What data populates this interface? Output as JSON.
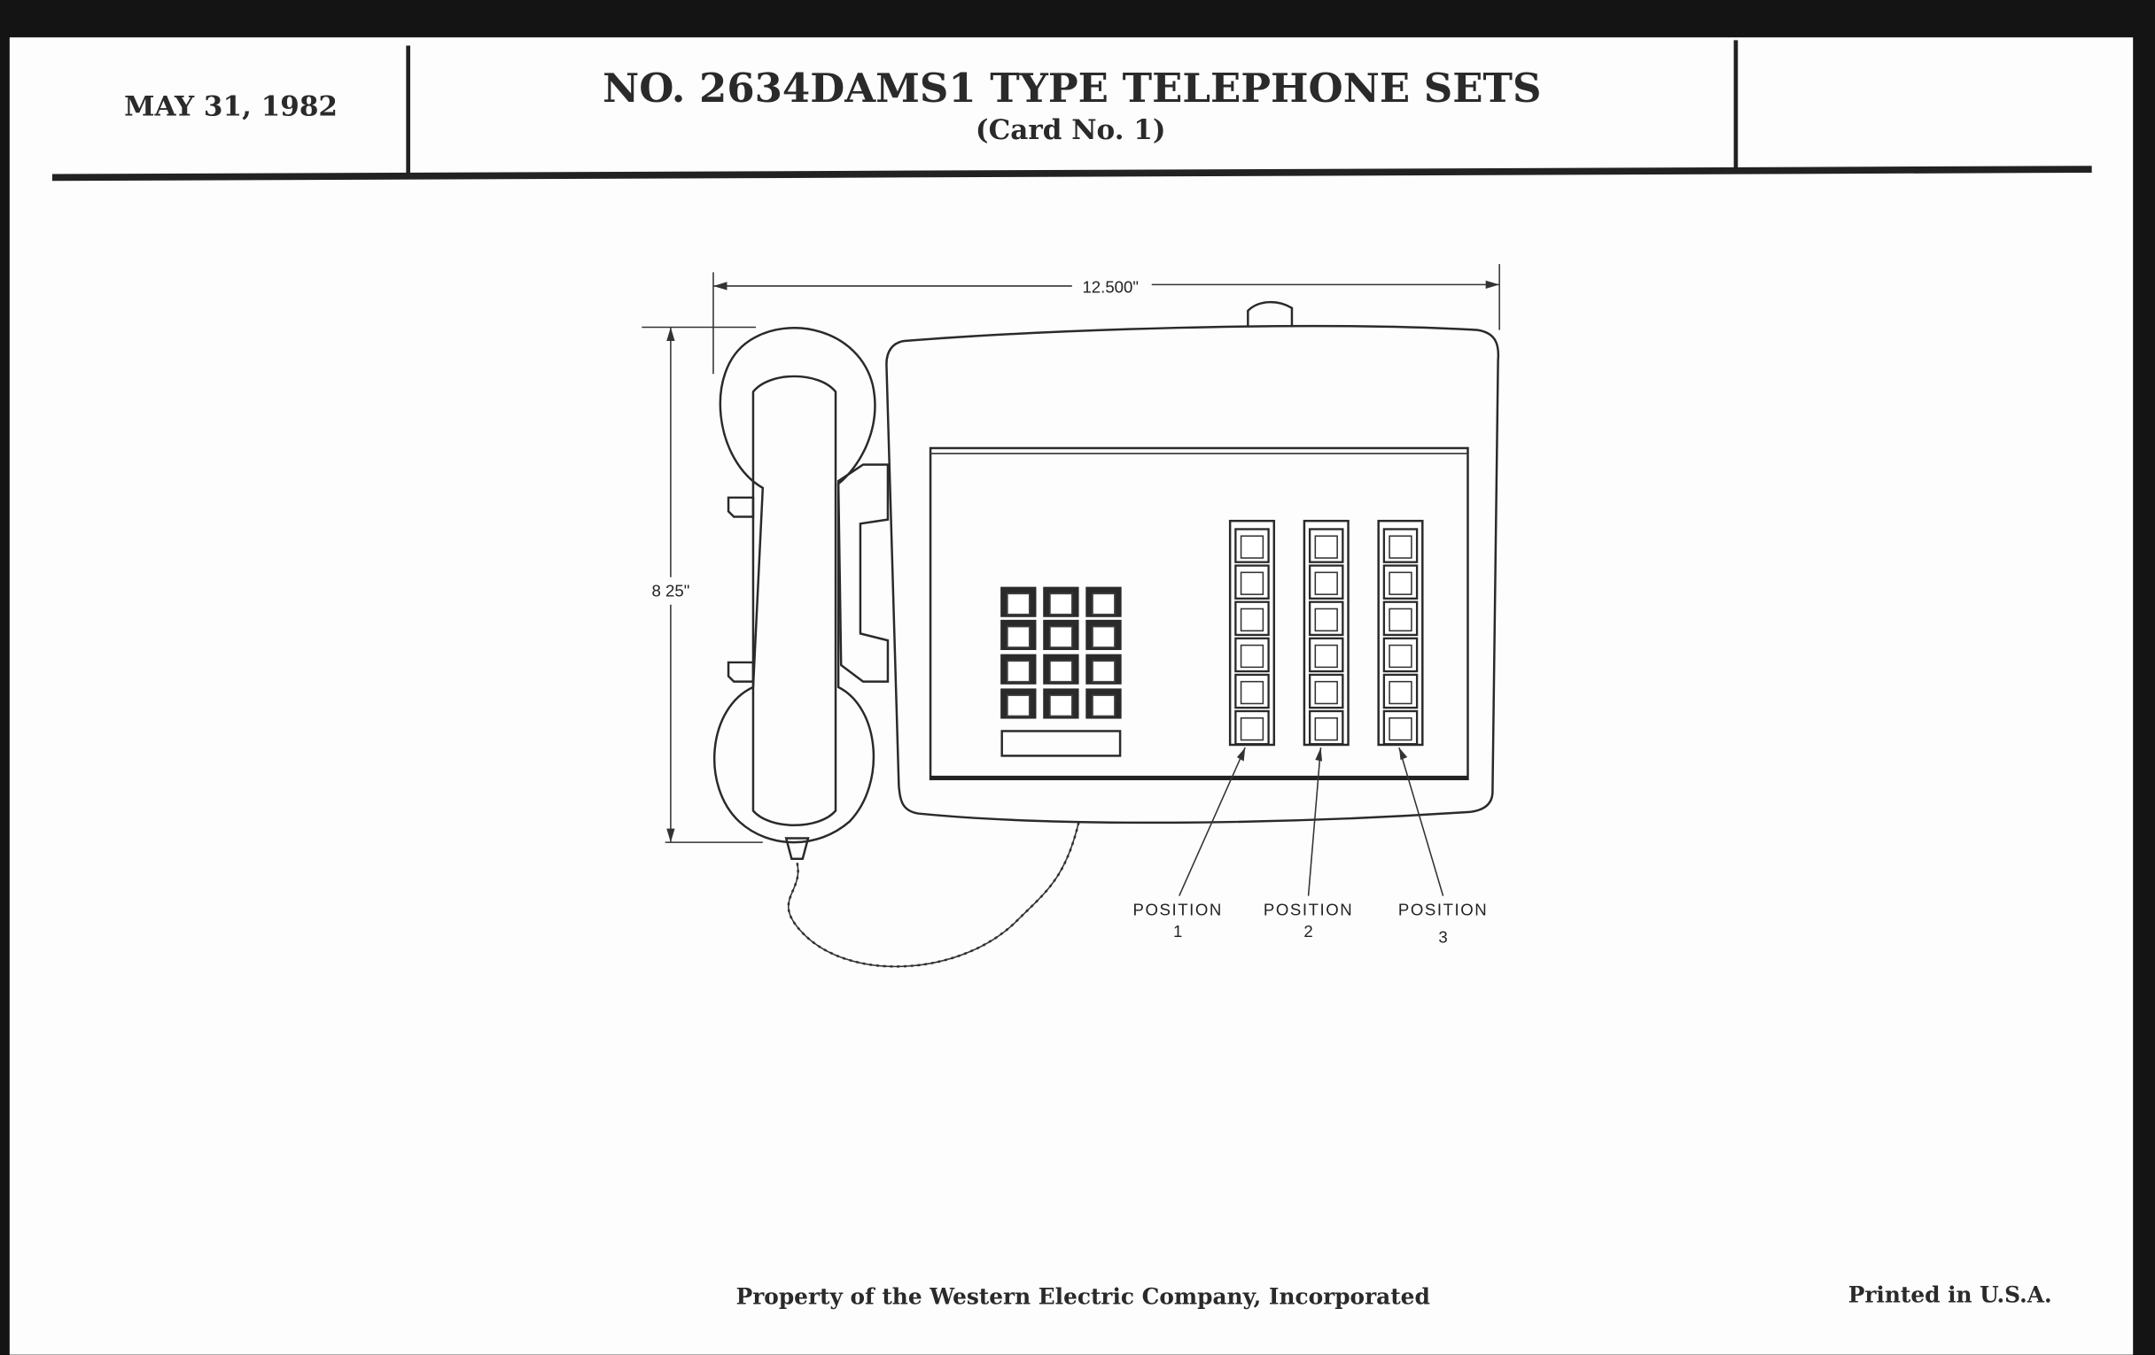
{
  "header": {
    "date": "MAY 31, 1982",
    "title": "NO. 2634DAMS1 TYPE TELEPHONE SETS",
    "subtitle": "(Card No. 1)"
  },
  "drawing": {
    "width_dimension": "12.500\"",
    "height_dimension": "8 25\"",
    "positions": [
      {
        "label": "POSITION",
        "number": "1"
      },
      {
        "label": "POSITION",
        "number": "2"
      },
      {
        "label": "POSITION",
        "number": "3"
      }
    ]
  },
  "footer": {
    "property_notice": "Property of the Western Electric Company, Incorporated",
    "printed": "Printed in U.S.A."
  }
}
